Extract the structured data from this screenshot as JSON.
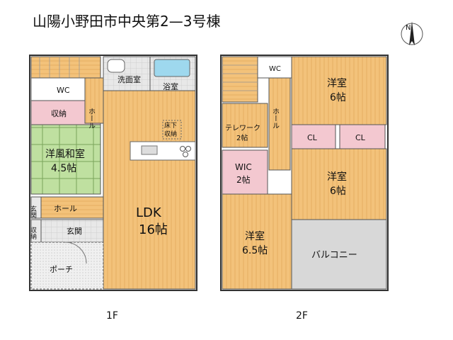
{
  "title": "山陽小野田市中央第2—3号棟",
  "compass_label": "N",
  "floors": [
    {
      "label": "1F",
      "rooms": {
        "wc": "WC",
        "storage": "収納",
        "japanese_room": "洋風和室",
        "japanese_room_size": "4.5帖",
        "washroom": "洗面室",
        "bathroom": "浴室",
        "hall_vertical": "ホール",
        "underfloor_storage_1": "床下",
        "underfloor_storage_2": "収納",
        "ldk": "LDK",
        "ldk_size": "16帖",
        "genkan_small": "玄関",
        "hall": "ホール",
        "storage_small": "収納",
        "entrance": "玄関",
        "porch": "ポーチ"
      }
    },
    {
      "label": "2F",
      "rooms": {
        "wc": "WC",
        "western_room_1": "洋室",
        "western_room_1_size": "6帖",
        "hall": "ホール",
        "telework": "テレワーク",
        "telework_size": "2帖",
        "cl_1": "CL",
        "cl_2": "CL",
        "wic": "WIC",
        "wic_size": "2帖",
        "western_room_2": "洋室",
        "western_room_2_size": "6帖",
        "western_room_3": "洋室",
        "western_room_3_size": "6.5帖",
        "balcony": "バルコニー"
      }
    }
  ]
}
